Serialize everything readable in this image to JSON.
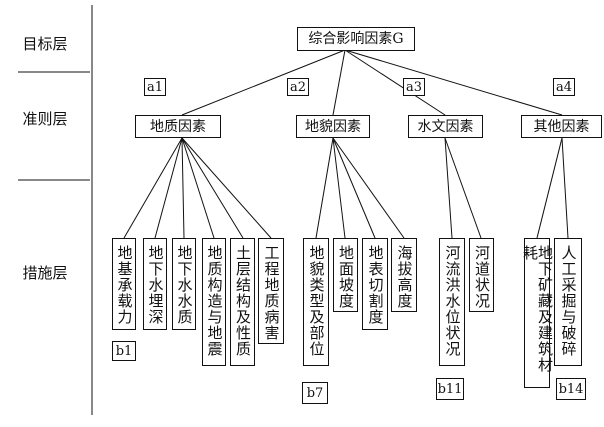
{
  "layers": {
    "target": "目标层",
    "criteria": "准则层",
    "measures": "措施层"
  },
  "goal": "综合影响因素G",
  "criteria_labels": [
    "a1",
    "a2",
    "a3",
    "a4"
  ],
  "criteria": [
    "地质因素",
    "地貌因素",
    "水文因素",
    "其他因素"
  ],
  "measures": {
    "geology": [
      "地基承载力",
      "地下水埋深",
      "地下水水质",
      "地质构造与地震",
      "土层结构及性质",
      "工程地质病害"
    ],
    "landform": [
      "地貌类型及部位",
      "地面坡度",
      "地表切割度",
      "海拔高度"
    ],
    "hydrology": [
      "河流洪水位状况",
      "河道状况"
    ],
    "other": [
      "地下矿藏及建筑材耗",
      "人工采掘与破碎"
    ]
  },
  "measure_labels": [
    "b1",
    "b7",
    "b11",
    "b14"
  ]
}
